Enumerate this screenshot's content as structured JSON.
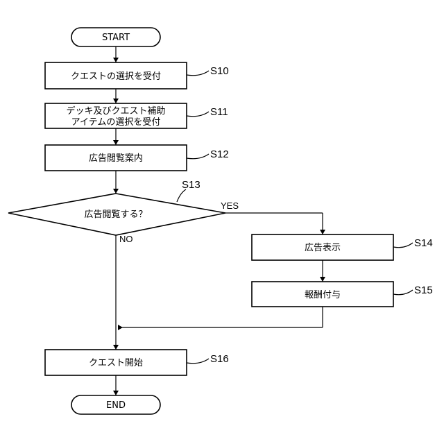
{
  "nodes": {
    "start": "START",
    "s10": "クエストの選択を受付",
    "s11_line1": "デッキ及びクエスト補助",
    "s11_line2": "アイテムの選択を受付",
    "s12": "広告閲覧案内",
    "s13": "広告閲覧する？",
    "s14": "広告表示",
    "s15": "報酬付与",
    "s16": "クエスト開始",
    "end": "END"
  },
  "step_labels": {
    "s10": "S10",
    "s11": "S11",
    "s12": "S12",
    "s13": "S13",
    "s14": "S14",
    "s15": "S15",
    "s16": "S16"
  },
  "branches": {
    "yes": "YES",
    "no": "NO"
  }
}
